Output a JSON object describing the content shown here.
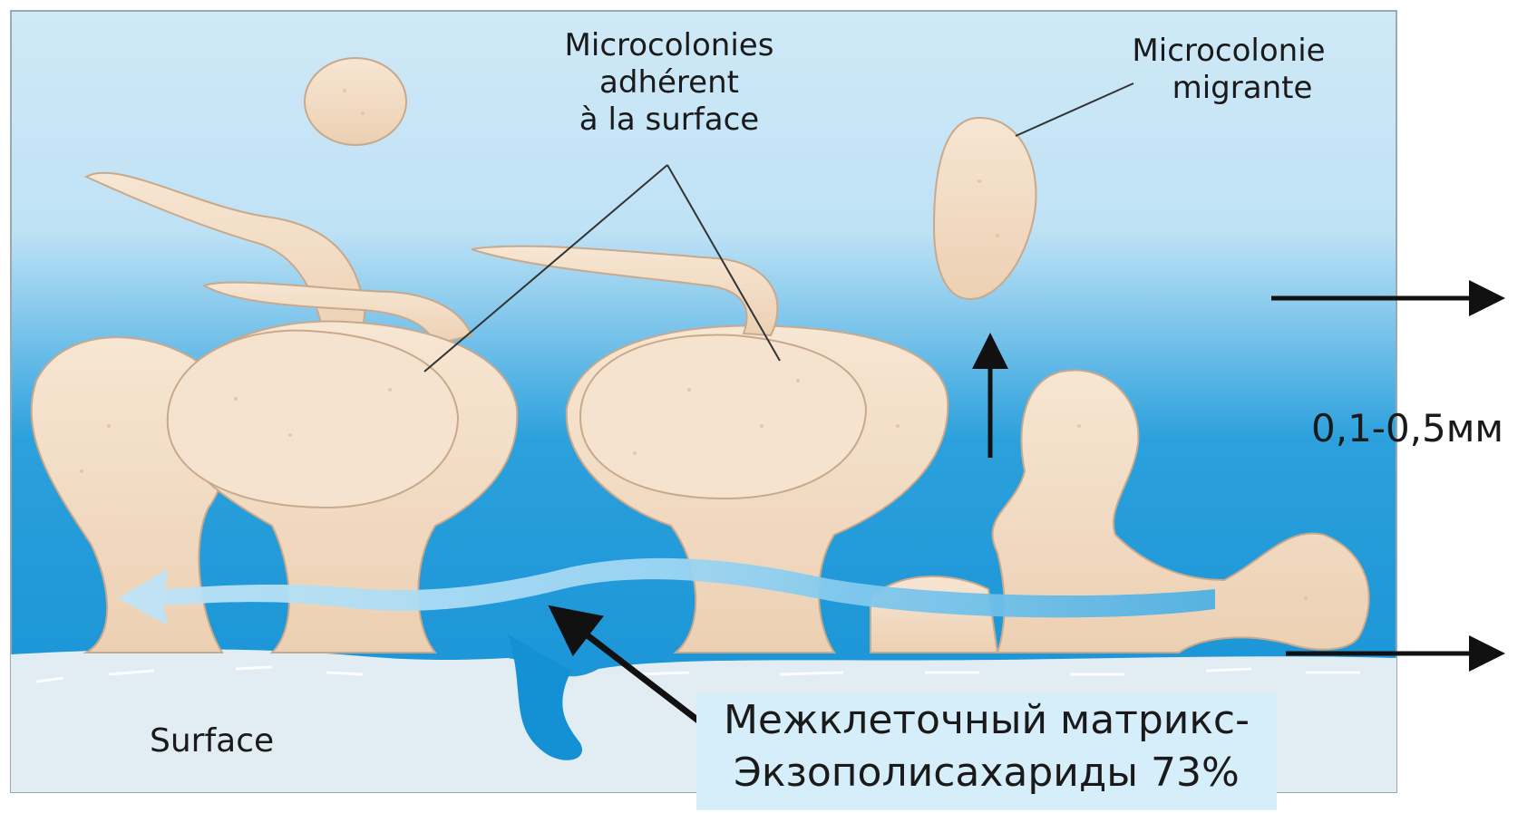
{
  "labels": {
    "adherent": [
      "Microcolonies",
      "adhérent",
      "à la surface"
    ],
    "migrante": [
      "Microcolonie",
      "migrante"
    ],
    "surface": "Surface",
    "thickness": "0,1-0,5мм",
    "matrix": [
      "Межклеточный матрикс-",
      "Экзополисахариды 73%"
    ]
  },
  "colors": {
    "water_top": "#c9e6f6",
    "water_mid": "#4fb3e4",
    "water_deep": "#1593d6",
    "surface": "#dfeaf1",
    "cell_fill": "#f3dcc4",
    "cell_stroke": "#b89478",
    "arrow_black": "#111111",
    "flow_arrow": "#8fd0f2",
    "label_box": "#d6eefa"
  }
}
